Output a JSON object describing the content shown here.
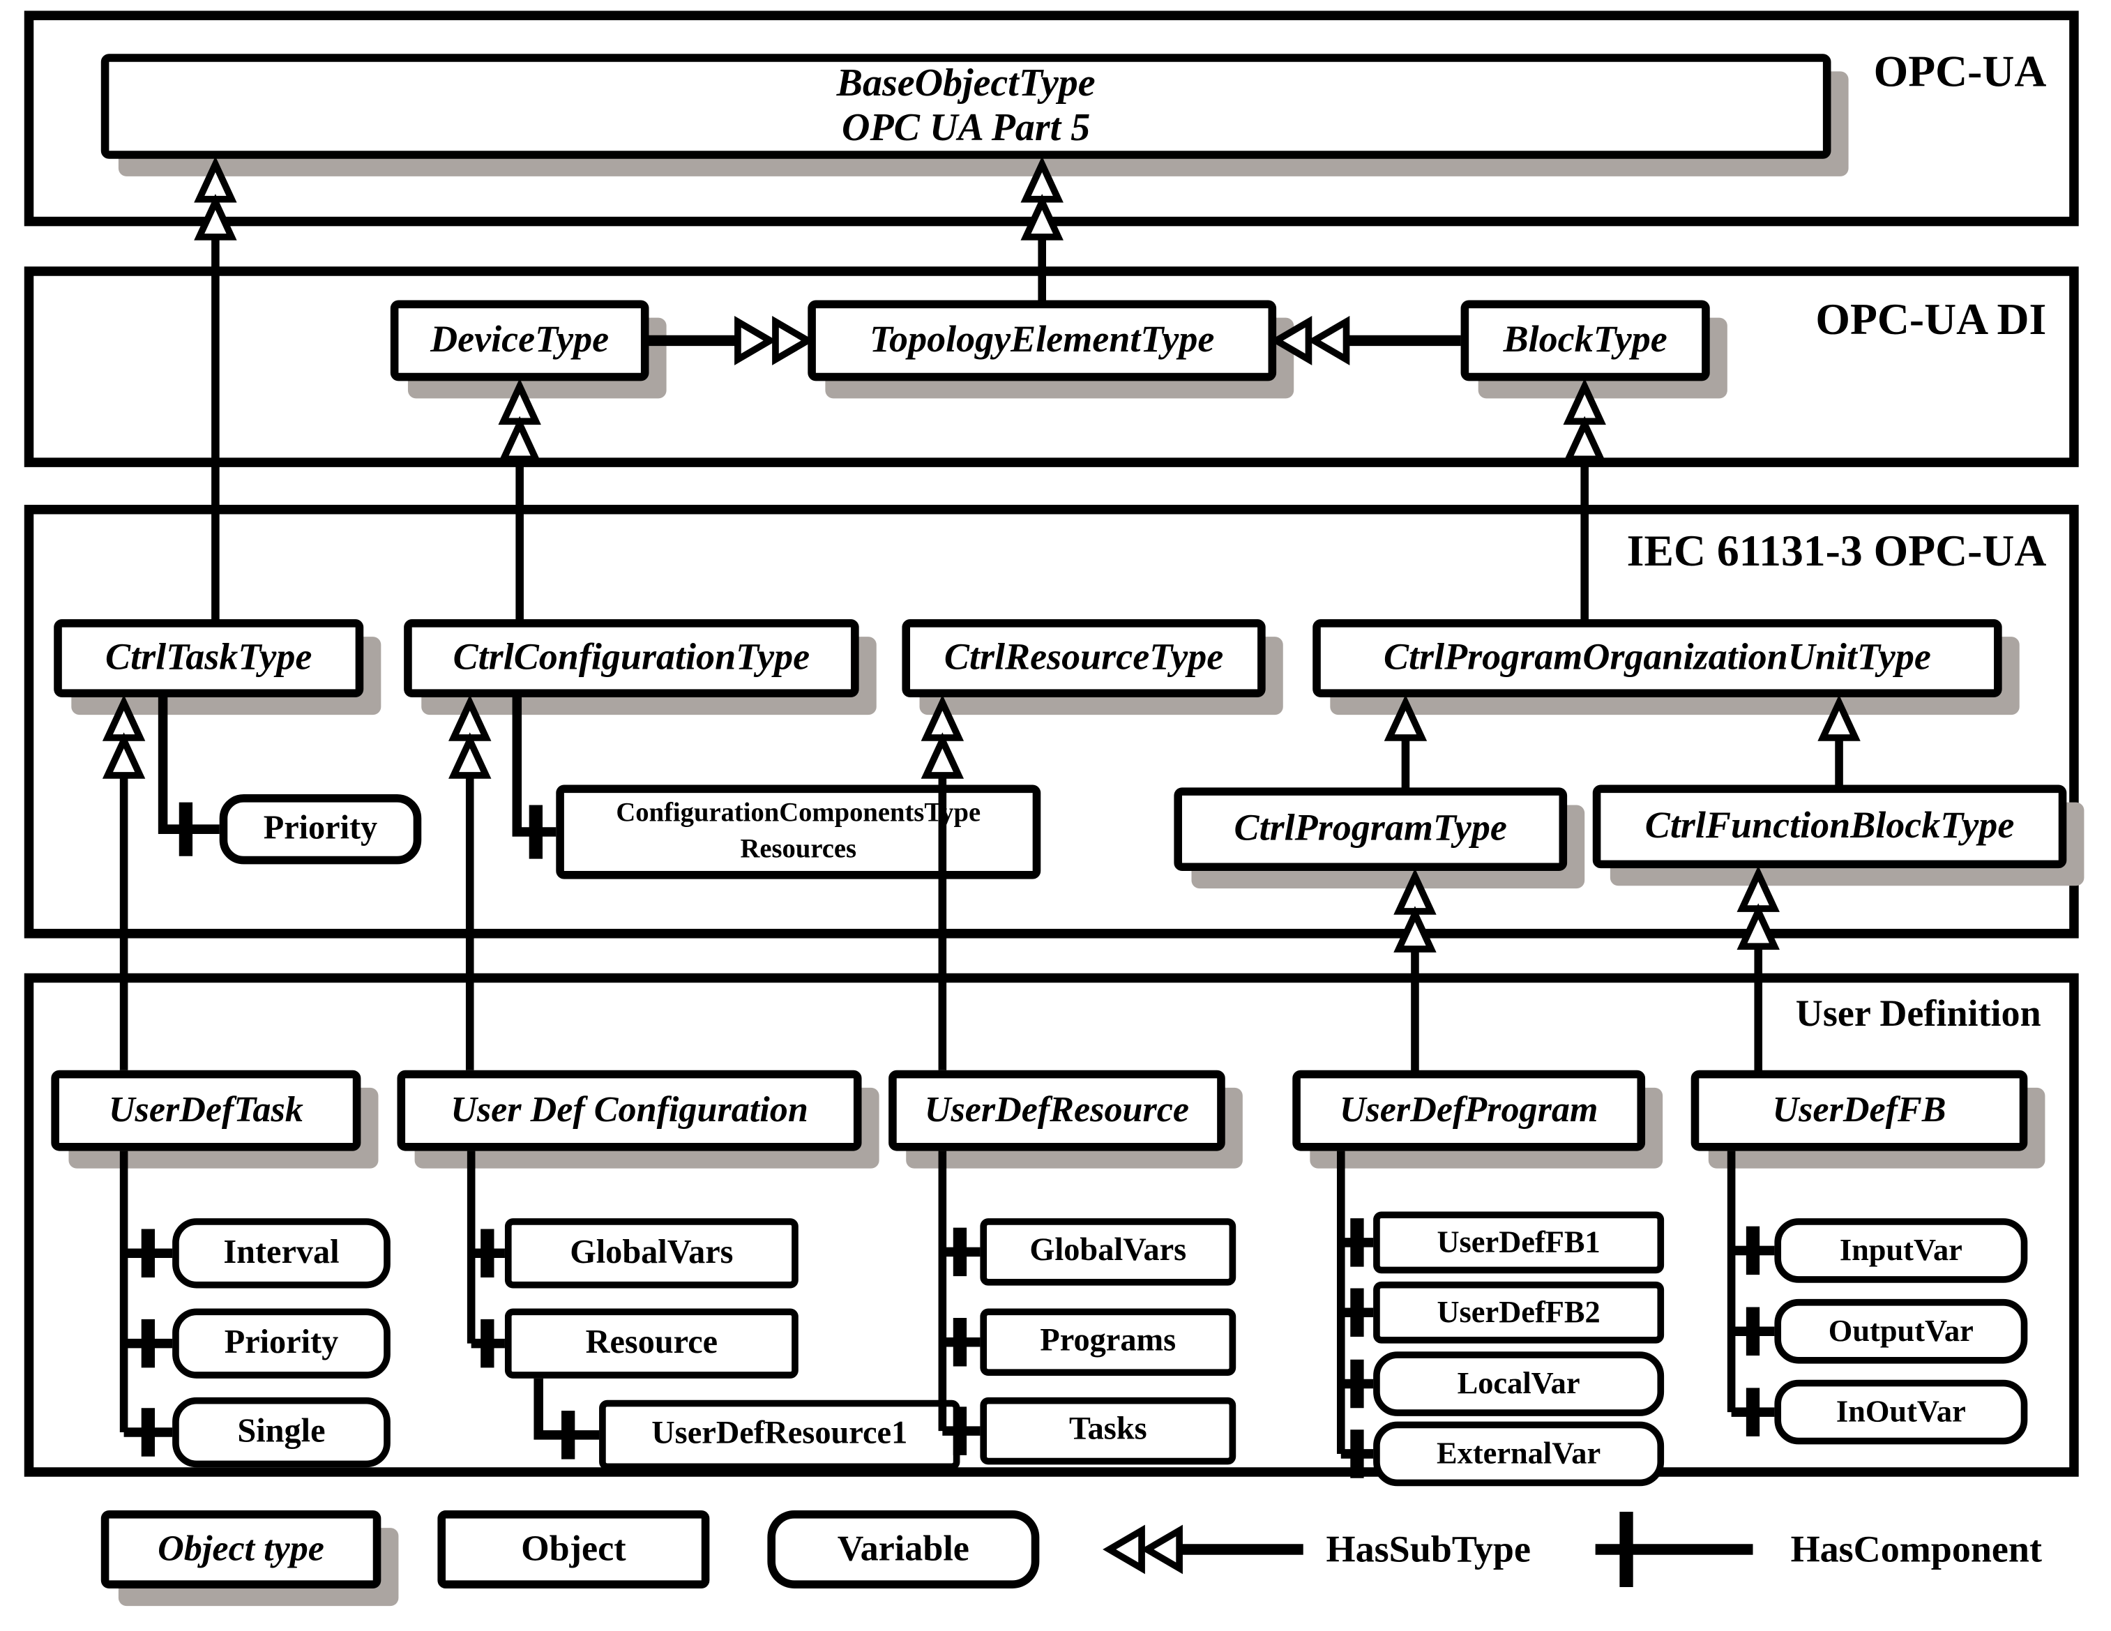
{
  "sections": {
    "opcua": {
      "label": "OPC-UA"
    },
    "opcua_di": {
      "label": "OPC-UA DI"
    },
    "iec": {
      "label": "IEC 61131-3 OPC-UA"
    },
    "user": {
      "label": "User Definition"
    }
  },
  "nodes": {
    "base_object_type": {
      "line1": "BaseObjectType",
      "line2": "OPC UA Part 5"
    },
    "device_type": {
      "label": "DeviceType"
    },
    "topology_element_type": {
      "label": "TopologyElementType"
    },
    "block_type": {
      "label": "BlockType"
    },
    "ctrl_task_type": {
      "label": "CtrlTaskType"
    },
    "ctrl_configuration_type": {
      "label": "CtrlConfigurationType"
    },
    "ctrl_resource_type": {
      "label": "CtrlResourceType"
    },
    "ctrl_program_organization_unit_type": {
      "label": "CtrlProgramOrganizationUnitType"
    },
    "task_type_priority": {
      "label": "Priority"
    },
    "configuration_components": {
      "line1": "ConfigurationComponentsType",
      "line2": "Resources"
    },
    "ctrl_program_type": {
      "label": "CtrlProgramType"
    },
    "ctrl_function_block_type": {
      "label": "CtrlFunctionBlockType"
    },
    "user_def_task": {
      "label": "UserDefTask"
    },
    "user_def_configuration": {
      "label": "User Def Configuration"
    },
    "user_def_resource": {
      "label": "UserDefResource"
    },
    "user_def_program": {
      "label": "UserDefProgram"
    },
    "user_def_fb": {
      "label": "UserDefFB"
    },
    "interval": {
      "label": "Interval"
    },
    "user_task_priority": {
      "label": "Priority"
    },
    "single": {
      "label": "Single"
    },
    "config_global_vars": {
      "label": "GlobalVars"
    },
    "config_resource": {
      "label": "Resource"
    },
    "user_def_resource1": {
      "label": "UserDefResource1"
    },
    "resource_global_vars": {
      "label": "GlobalVars"
    },
    "resource_programs": {
      "label": "Programs"
    },
    "resource_tasks": {
      "label": "Tasks"
    },
    "user_def_fb1": {
      "label": "UserDefFB1"
    },
    "user_def_fb2": {
      "label": "UserDefFB2"
    },
    "local_var": {
      "label": "LocalVar"
    },
    "external_var": {
      "label": "ExternalVar"
    },
    "input_var": {
      "label": "InputVar"
    },
    "output_var": {
      "label": "OutputVar"
    },
    "in_out_var": {
      "label": "InOutVar"
    }
  },
  "legend": {
    "object_type": {
      "label": "Object type"
    },
    "object": {
      "label": "Object"
    },
    "variable": {
      "label": "Variable"
    },
    "has_subtype": {
      "label": "HasSubType"
    },
    "has_component": {
      "label": "HasComponent"
    }
  }
}
